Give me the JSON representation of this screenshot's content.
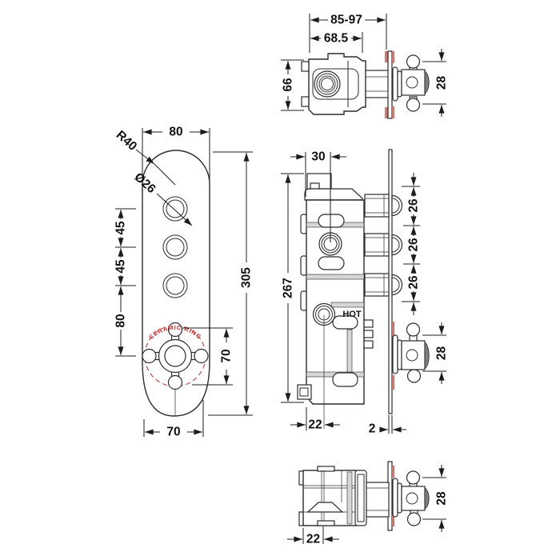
{
  "drawing": {
    "title": "thermostatic shower valve technical drawing",
    "colors": {
      "line": "#2b2b2b",
      "dimension_text": "#111111",
      "ceramic_red": "#cc2a2a",
      "plate_highlight_red": "#d0766d",
      "shading_gray": "#d6d6d6",
      "background": "#ffffff"
    },
    "front_view": {
      "plate_width": "80",
      "corner_radius": "R40",
      "hole_diameter": "Ø26",
      "spacing_45_a": "45",
      "spacing_45_b": "45",
      "spacing_80": "80",
      "plate_height": "305",
      "handle_circle": "70",
      "bottom_width": "70",
      "ceramic_ring_label": "CERAMIC RING"
    },
    "top_view": {
      "depth_range": "85-97",
      "valve_depth": "68.5",
      "body_width": "66",
      "handle_depth": "28"
    },
    "side_view": {
      "top_port_offset": "30",
      "body_height": "267",
      "port_spacing": [
        "26",
        "26",
        "26"
      ],
      "hot_label": "HOT",
      "handle_height": "28",
      "hot_port_offset": "22",
      "plate_thickness": "2"
    },
    "bottom_view": {
      "port_offset": "22",
      "handle_height": "28"
    }
  }
}
